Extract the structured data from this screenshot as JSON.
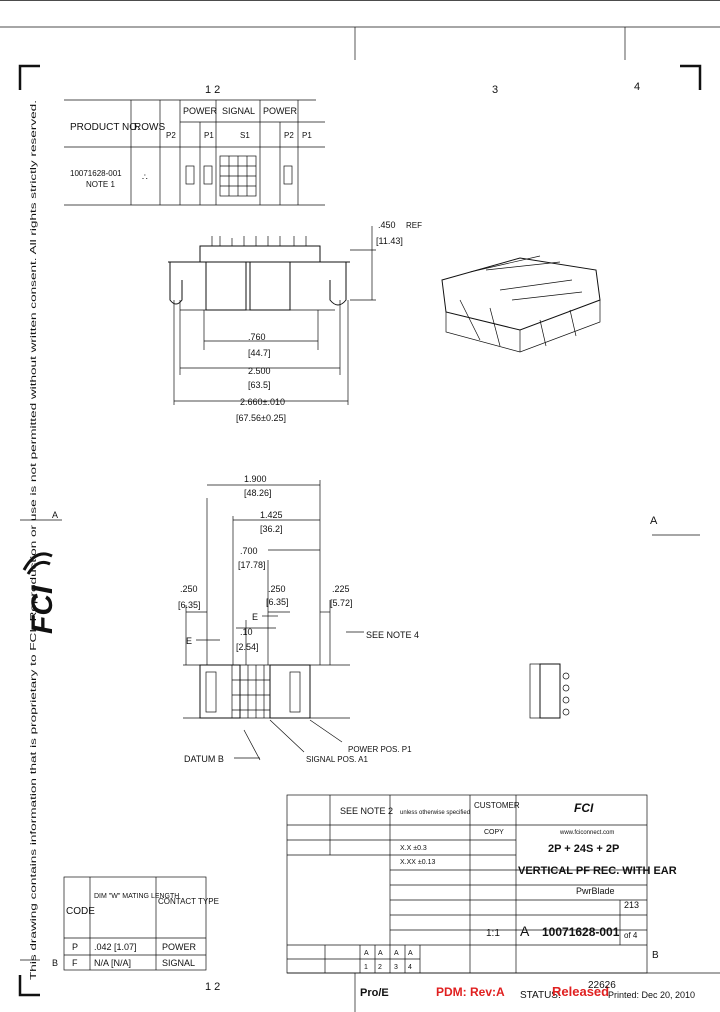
{
  "zones_top": [
    "1 2",
    "3",
    "4"
  ],
  "zones_bottom": [
    "1 2"
  ],
  "zone_side": {
    "left_a": "A",
    "right_a": "A",
    "left_b": "B",
    "right_b": "B"
  },
  "product_table": {
    "headers": [
      "PRODUCT NO.",
      "ROWS",
      "POWER",
      "SIGNAL",
      "POWER"
    ],
    "sub_headers": [
      "P2",
      "P1",
      "S1",
      "P2",
      "P1"
    ],
    "row": {
      "product": "10071628-001",
      "note": "NOTE 1"
    }
  },
  "side_view_dims": [
    {
      "label": ".450",
      "sub": "[11.43]",
      "ref": "REF"
    },
    {
      "label": ".760",
      "sub": "[44.7]"
    },
    {
      "label": "2.500",
      "sub": "[63.5]"
    },
    {
      "label": "2.660±.010",
      "sub": "[67.56±0.25]"
    }
  ],
  "front_view_dims": [
    {
      "label": "1.900",
      "sub": "[48.26]"
    },
    {
      "label": "1.425",
      "sub": "[36.2]"
    },
    {
      "label": ".700",
      "sub": "[17.78]"
    },
    {
      "label": ".250",
      "sub": "[6.35]"
    },
    {
      "label": ".250",
      "sub": "[6.35]"
    },
    {
      "label": ".225",
      "sub": "[5.72]"
    },
    {
      "label": ".10",
      "sub": "[2.54]"
    }
  ],
  "callouts": {
    "see_note_4": "SEE NOTE 4",
    "datum_b": "DATUM B",
    "signal_pos": "SIGNAL POS. A1",
    "power_pos": "POWER POS. P1",
    "e_left": "E",
    "e_mid": "E"
  },
  "contact_table": {
    "headers": [
      "CODE",
      "DIM \"W\" MATING LENGTH",
      "CONTACT TYPE"
    ],
    "rows": [
      [
        "P",
        ".042 [1.07]",
        "POWER"
      ],
      [
        "F",
        "N/A [N/A]",
        "SIGNAL"
      ]
    ]
  },
  "title_block": {
    "see_note_2": "SEE NOTE 2",
    "unless_noted": "unless otherwise specified",
    "customer": "CUSTOMER",
    "copy": "COPY",
    "title_line1": "2P + 24S + 2P",
    "title_line2": "VERTICAL PF REC. WITH EAR",
    "product_family": "PwrBlade",
    "scale": "1:1",
    "size": "A",
    "part_no": "10071628-001",
    "sheet": "of 4",
    "sheet_num": "213",
    "revision_row": [
      "A",
      "A",
      "A",
      "A"
    ],
    "revision_nums": [
      "1",
      "2",
      "3",
      "4"
    ],
    "tolerances": [
      "X.X ±0.3",
      "X.XX ±0.13"
    ],
    "email": "www.fciconnect.com"
  },
  "footer": {
    "pro_e": "Pro/E",
    "pdm": "PDM: Rev:A",
    "status": "STATUS:",
    "released": "Released",
    "doc_no": "22626",
    "printed": "Printed: Dec 20, 2010"
  },
  "side_notice": "This drawing contains information that is proprietary to FCI. Reproduction or use is not permitted without written consent. All rights strictly reserved.",
  "logo": "FCI"
}
